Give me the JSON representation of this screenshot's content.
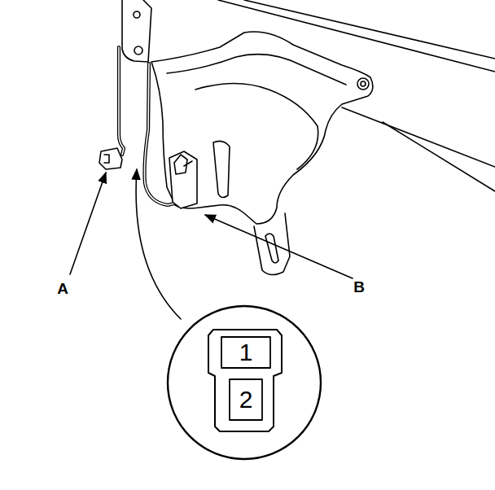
{
  "diagram": {
    "labels": [
      "A",
      "B",
      "1",
      "2"
    ]
  }
}
